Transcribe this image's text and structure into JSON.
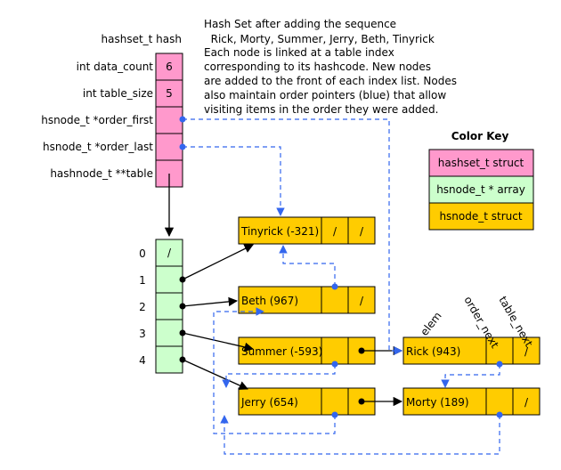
{
  "description_lines": [
    "Hash Set after adding the sequence",
    "  Rick, Morty, Summer, Jerry, Beth, Tinyrick",
    "Each node is linked at a table index",
    "corresponding to its hashcode. New nodes",
    "are added to the front of each index list. Nodes",
    "also maintain order pointers (blue) that allow",
    "visiting items in the order they were added."
  ],
  "hashset": {
    "title": "hashset_t hash",
    "fields": [
      {
        "label": "int data_count",
        "value": "6"
      },
      {
        "label": "int table_size",
        "value": "5"
      },
      {
        "label": "hsnode_t *order_first",
        "value": ""
      },
      {
        "label": "hsnode_t *order_last",
        "value": ""
      },
      {
        "label": "hashnode_t **table",
        "value": ""
      }
    ]
  },
  "table": {
    "indices": [
      "0",
      "1",
      "2",
      "3",
      "4"
    ],
    "null_symbol": "/"
  },
  "nodes": {
    "tinyrick": {
      "elem": "Tinyrick (-321)",
      "order_next": "/",
      "table_next": "/"
    },
    "beth": {
      "elem": "Beth (967)",
      "order_next": "",
      "table_next": "/"
    },
    "summer": {
      "elem": "Summer (-593)",
      "order_next": "",
      "table_next": ""
    },
    "jerry": {
      "elem": "Jerry (654)",
      "order_next": "",
      "table_next": ""
    },
    "rick": {
      "elem": "Rick (943)",
      "order_next": "",
      "table_next": "/"
    },
    "morty": {
      "elem": "Morty (189)",
      "order_next": "",
      "table_next": "/"
    }
  },
  "column_labels": [
    "elem",
    "order_next",
    "table_next"
  ],
  "legend": {
    "title": "Color Key",
    "items": [
      {
        "label": "hashset_t struct",
        "color": "#ff99cc"
      },
      {
        "label": "hsnode_t * array",
        "color": "#ccffcc"
      },
      {
        "label": "hsnode_t struct",
        "color": "#ffcc00"
      }
    ]
  },
  "colors": {
    "hashset_struct": "#ff99cc",
    "node_array": "#ccffcc",
    "node_struct": "#ffcc00",
    "order_pointer": "#3366ee"
  }
}
